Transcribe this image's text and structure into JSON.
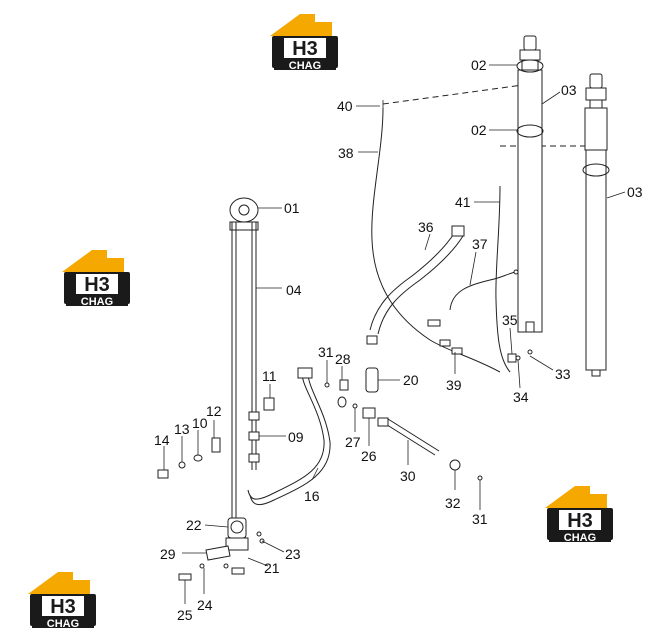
{
  "logo": {
    "mark": "H3",
    "word": "CHAG",
    "accent": "#f5a800",
    "dark": "#1a1a1a"
  },
  "labels": {
    "p01": "01",
    "p02a": "02",
    "p02b": "02",
    "p03a": "03",
    "p03b": "03",
    "p04": "04",
    "p09": "09",
    "p10": "10",
    "p11": "11",
    "p12": "12",
    "p13": "13",
    "p14": "14",
    "p16": "16",
    "p20": "20",
    "p21": "21",
    "p22": "22",
    "p23": "23",
    "p24": "24",
    "p25": "25",
    "p26": "26",
    "p27": "27",
    "p28": "28",
    "p29": "29",
    "p30": "30",
    "p31a": "31",
    "p31b": "31",
    "p32": "32",
    "p33": "33",
    "p34": "34",
    "p35": "35",
    "p36": "36",
    "p37": "37",
    "p38": "38",
    "p39": "39",
    "p40": "40",
    "p41": "41"
  }
}
